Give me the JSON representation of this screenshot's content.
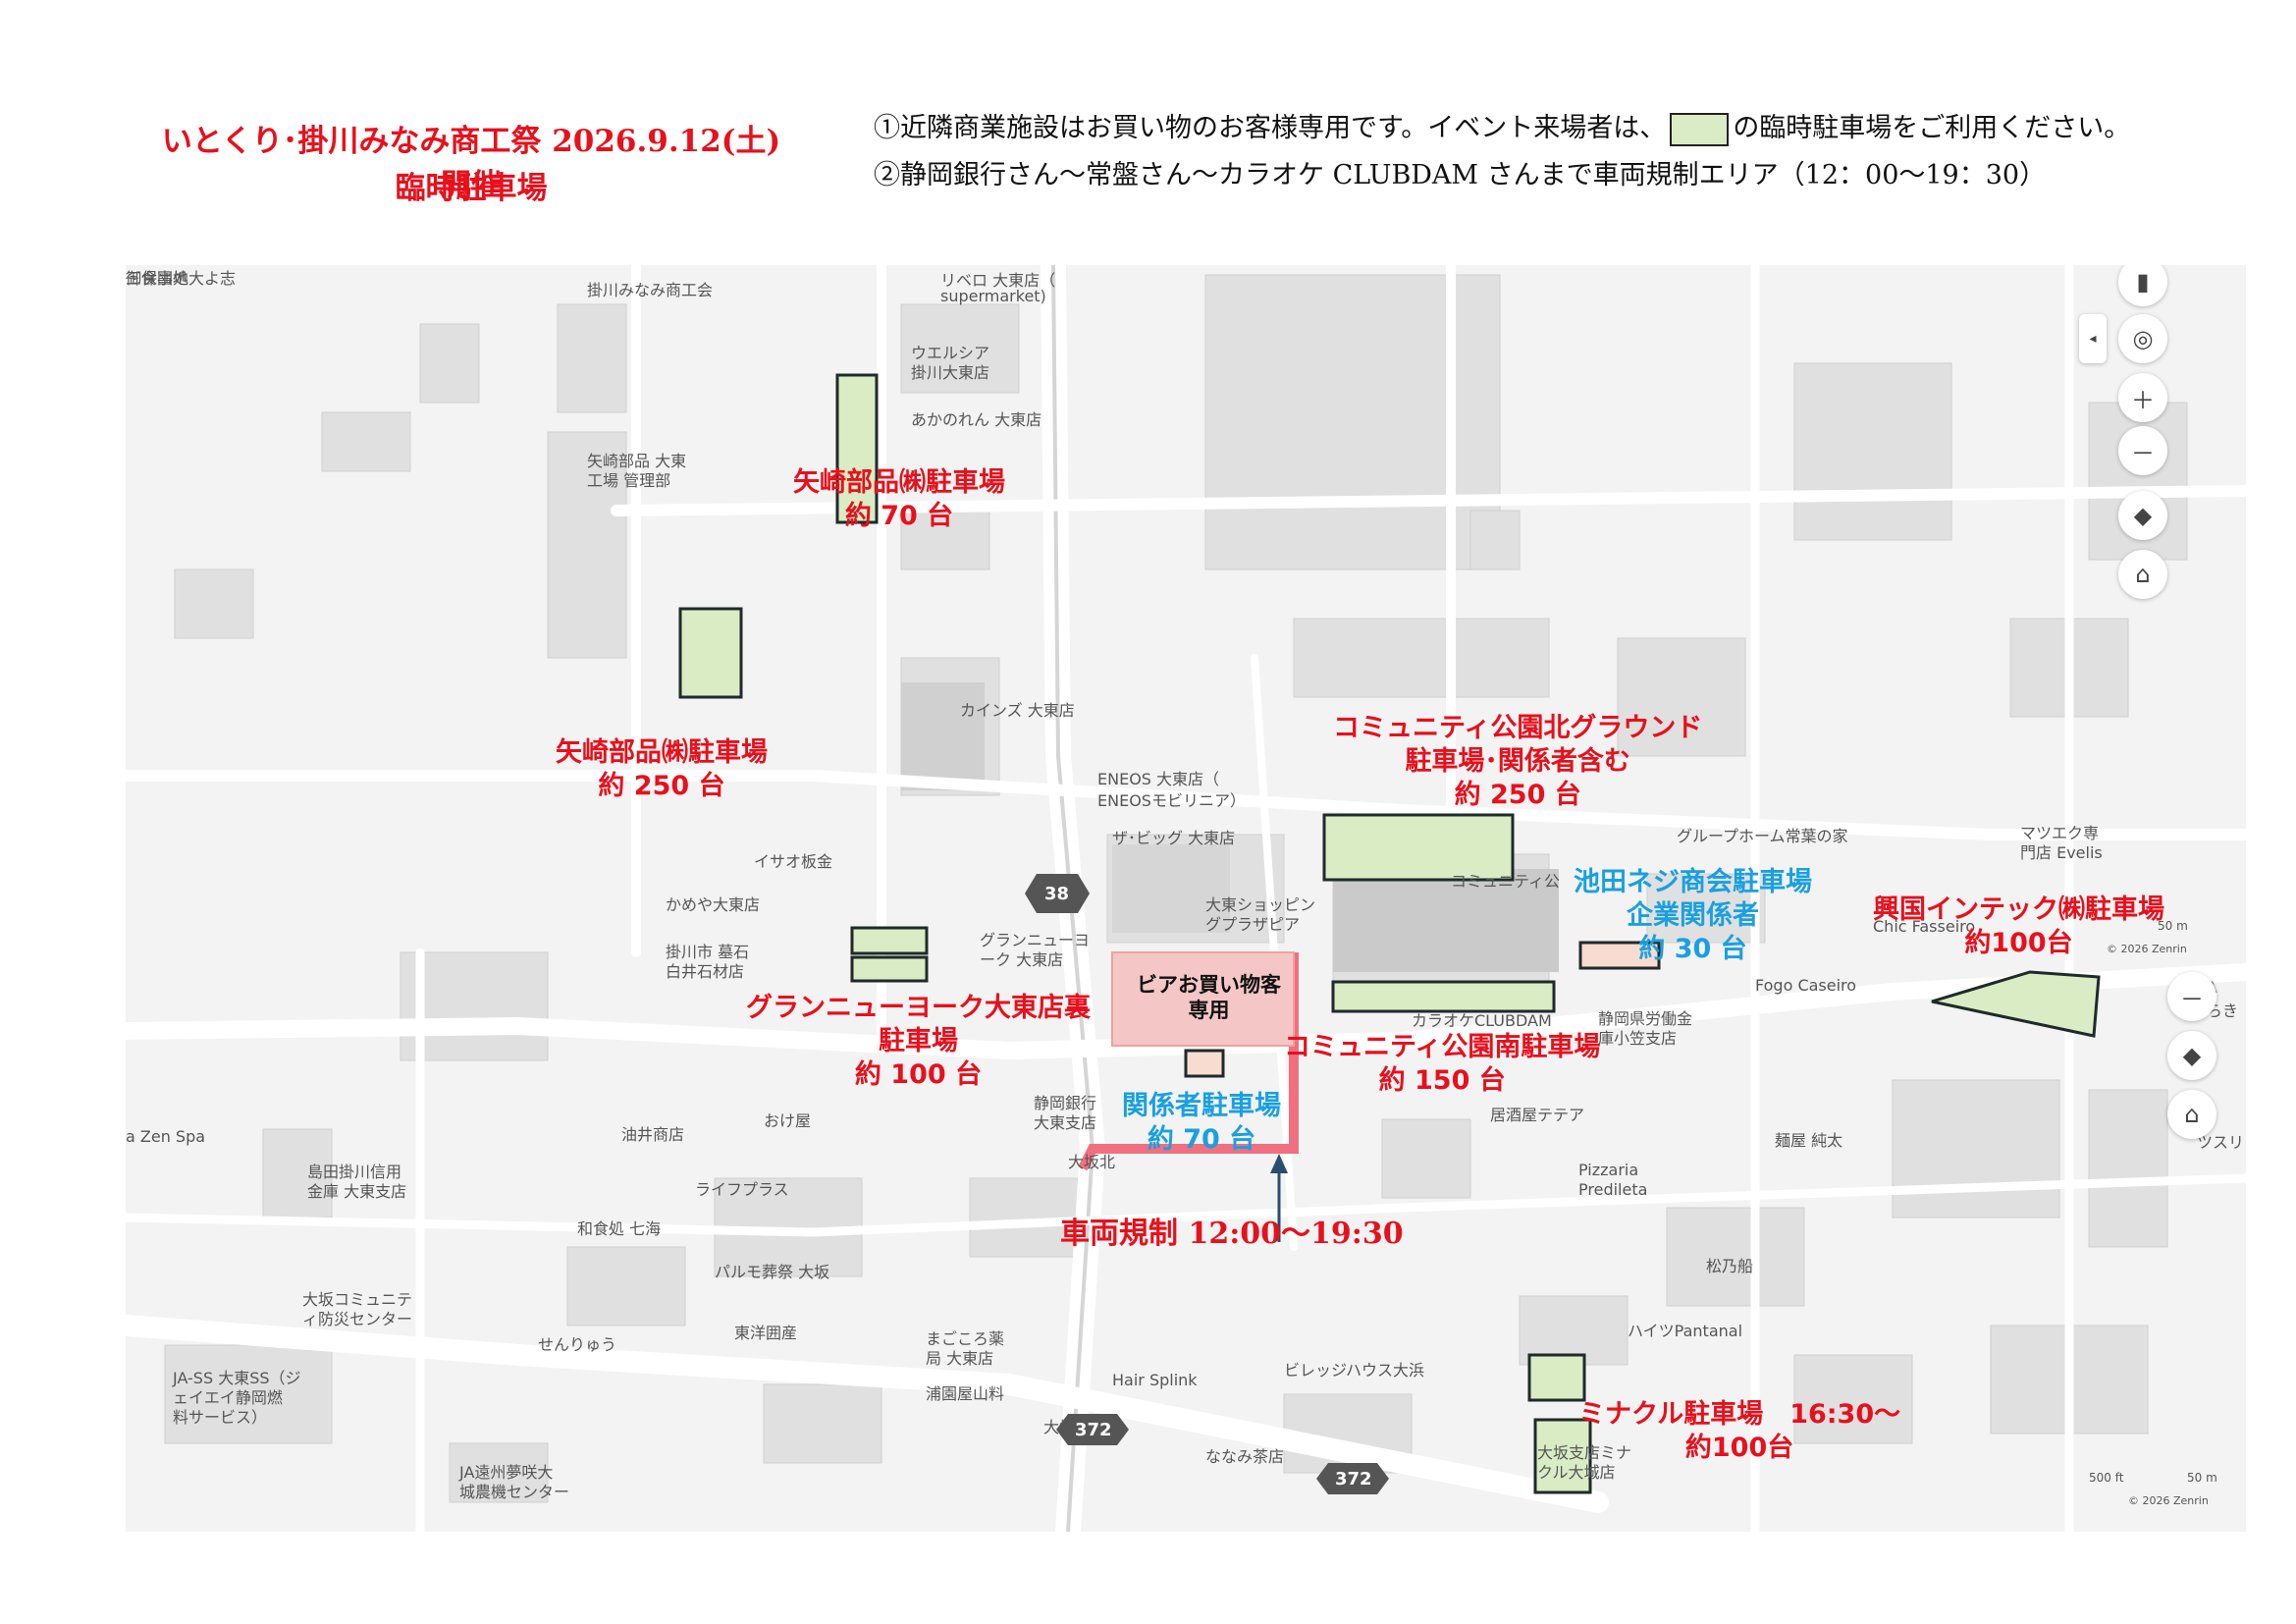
{
  "header": {
    "title_line1": "いとくり･掛川みなみ商工祭 2026.9.12(土)開催",
    "title_line2": "臨時駐車場",
    "note1_before": "①近隣商業施設はお買い物のお客様専用です。イベント来場者は、",
    "note1_after": "の臨時駐車場をご利用ください。",
    "note2": "②静岡銀行さん～常盤さん～カラオケ CLUBDAM さんまで車両規制エリア（12：00～19：30）"
  },
  "colors": {
    "parking": "#d9ecc4",
    "staff": "#f8dcd0",
    "shopper": "#f5c6c6",
    "restriction": "#f07080",
    "red_text": "#e8101c",
    "blue_text": "#1aa0e0"
  },
  "parking": [
    {
      "id": "yazaki70",
      "name": "矢崎部品㈱駐車場",
      "capacity": "約 70 台"
    },
    {
      "id": "yazaki250",
      "name": "矢崎部品㈱駐車場",
      "capacity": "約 250 台"
    },
    {
      "id": "community_north",
      "name": "コミュニティ公園北グラウンド",
      "name2": "駐車場･関係者含む",
      "capacity": "約 250 台"
    },
    {
      "id": "ikeda",
      "name": "池田ネジ商会駐車場",
      "name2": "企業関係者",
      "capacity": "約 30 台"
    },
    {
      "id": "kokoku",
      "name": "興国インテック㈱駐車場",
      "capacity": "約100台"
    },
    {
      "id": "grand_ny",
      "name": "グランニューヨーク大東店裏",
      "name2": "駐車場",
      "capacity": "約 100 台"
    },
    {
      "id": "community_south",
      "name": "コミュニティ公園南駐車場",
      "capacity": "約 150 台"
    },
    {
      "id": "staff",
      "name": "関係者駐車場",
      "capacity": "約 70 台"
    },
    {
      "id": "minakuru",
      "name": "ミナクル駐車場　16:30～",
      "capacity": "約100台"
    }
  ],
  "shopper_area": {
    "line1": "ビアお買い物客",
    "line2": "専用"
  },
  "restriction": {
    "label": "車両規制 12:00～19:30"
  },
  "pois": [
    "掛川みなみ商工会",
    "リベロ 大東店（",
    "supermarket)",
    "ウエルシア",
    "掛川大東店",
    "あかのれん 大東店",
    "矢崎部品 大東",
    "工場 管理部",
    "カインズ 大東店",
    "ENEOS 大東店（",
    "ENEOSモビリニア）",
    "ザ･ビッグ 大東店",
    "大東ショッピン",
    "グプラザピア",
    "グループホーム常葉の家",
    "コミュニティ公",
    "マツエク専",
    "門店 Evelis",
    "イサオ板金",
    "かめや大東店",
    "掛川市 墓石",
    "白井石材店",
    "グランニューヨ",
    "ーク 大東店",
    "Chic Fasseiro",
    "Fogo Caseiro",
    "カラオケCLUBDAM",
    "静岡県労働金",
    "庫小笠支店",
    "静岡銀行",
    "大東支店",
    "居酒屋テテア",
    "麺屋 純太",
    "Pizzaria",
    "Predileta",
    "油井商店",
    "おけ屋",
    "島田掛川信用",
    "金庫 大東支店",
    "ライフプラス",
    "和食処 七海",
    "パルモ葬祭 大坂",
    "大坂コミュニテ",
    "ィ防災センター",
    "せんりゅう",
    "東洋囲産",
    "御食事処大よ志",
    "まごころ薬",
    "局 大東店",
    "浦園屋山料",
    "Hair Splink",
    "ビレッジハウス大浜",
    "ななみ茶店",
    "松乃船",
    "ハイツPantanal",
    "三保団地",
    "JA-SS 大東SS（ジ",
    "ェイエイ静岡燃",
    "料サービス）",
    "JA遠州夢咲大",
    "城農機センター",
    "大坂支店ミナ",
    "クル大城店",
    "a Zen Spa",
    "J A",
    "らき",
    "ツスリ",
    "大坂北",
    "大坂"
  ],
  "routes": [
    "38",
    "372",
    "372"
  ],
  "attribution": [
    "50 m",
    "© 2026 Zenrin",
    "500 ft",
    "50 m",
    "© 2026 Zenrin"
  ]
}
